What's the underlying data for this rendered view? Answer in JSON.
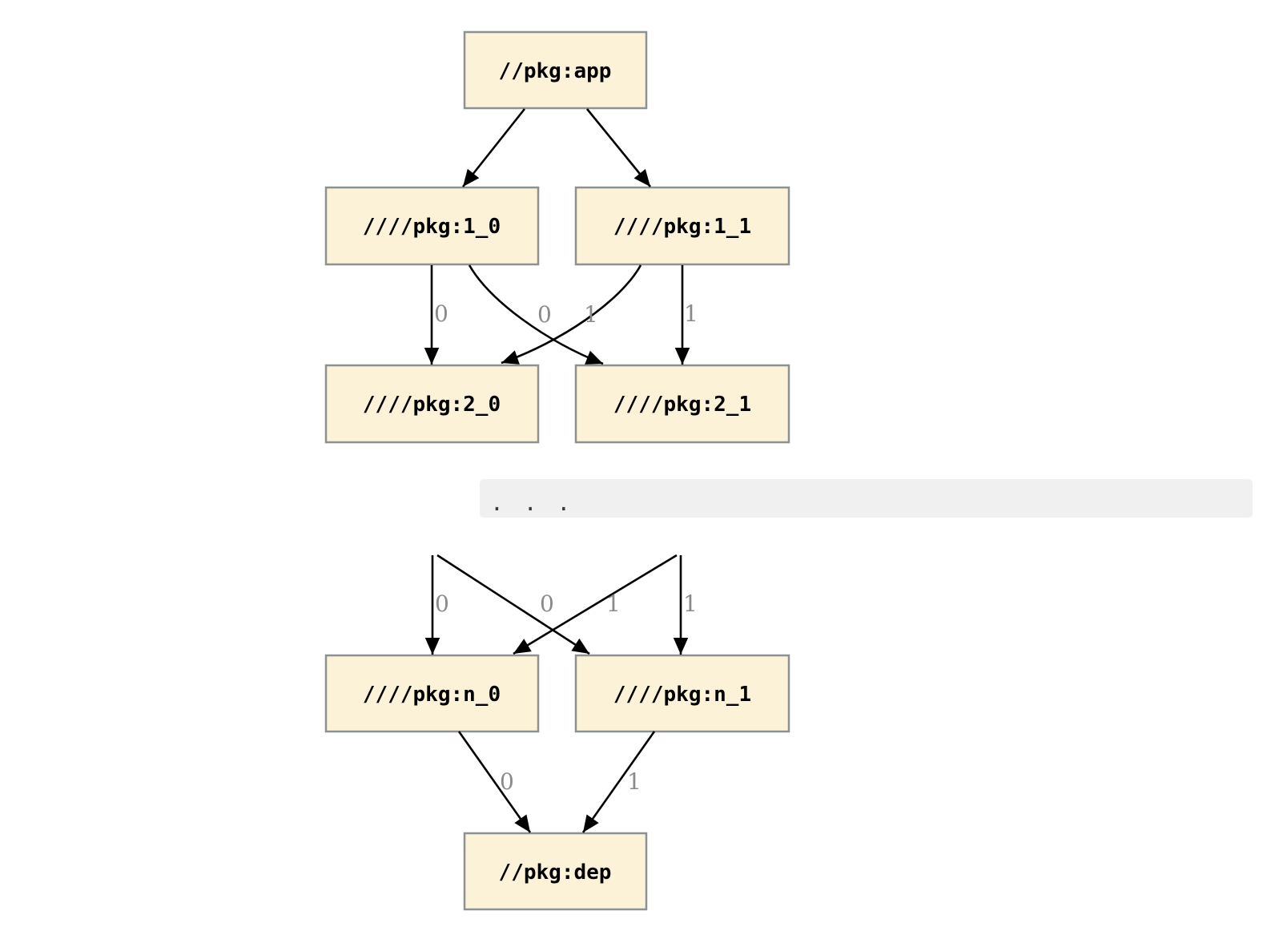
{
  "diagram": {
    "nodes": [
      {
        "id": "app",
        "label": "//pkg:app"
      },
      {
        "id": "1_0",
        "label": "////pkg:1_0"
      },
      {
        "id": "1_1",
        "label": "////pkg:1_1"
      },
      {
        "id": "2_0",
        "label": "////pkg:2_0"
      },
      {
        "id": "2_1",
        "label": "////pkg:2_1"
      },
      {
        "id": "n_0",
        "label": "////pkg:n_0"
      },
      {
        "id": "n_1",
        "label": "////pkg:n_1"
      },
      {
        "id": "dep",
        "label": "//pkg:dep"
      }
    ],
    "edges": [
      {
        "from": "app",
        "to": "1_0",
        "label": ""
      },
      {
        "from": "app",
        "to": "1_1",
        "label": ""
      },
      {
        "from": "1_0",
        "to": "2_0",
        "label": "0"
      },
      {
        "from": "1_0",
        "to": "2_1",
        "label": "1"
      },
      {
        "from": "1_1",
        "to": "2_0",
        "label": "0"
      },
      {
        "from": "1_1",
        "to": "2_1",
        "label": "1"
      },
      {
        "from": "ellipsis",
        "to": "n_0",
        "label": "0"
      },
      {
        "from": "ellipsis",
        "to": "n_1",
        "label": "1"
      },
      {
        "from": "ellipsis",
        "to": "n_0",
        "label": "0"
      },
      {
        "from": "ellipsis",
        "to": "n_1",
        "label": "1"
      },
      {
        "from": "n_0",
        "to": "dep",
        "label": "0"
      },
      {
        "from": "n_1",
        "to": "dep",
        "label": "1"
      }
    ],
    "ellipsis_text": ". . .",
    "colors": {
      "node_fill": "#FBF2D7",
      "node_border": "#8C9191",
      "node_text": "#000000",
      "edge": "#000000",
      "edge_label": "#8A8A8A",
      "ellipsis_bg": "#F0F0F0",
      "ellipsis_text": "#3A3A3A"
    }
  }
}
